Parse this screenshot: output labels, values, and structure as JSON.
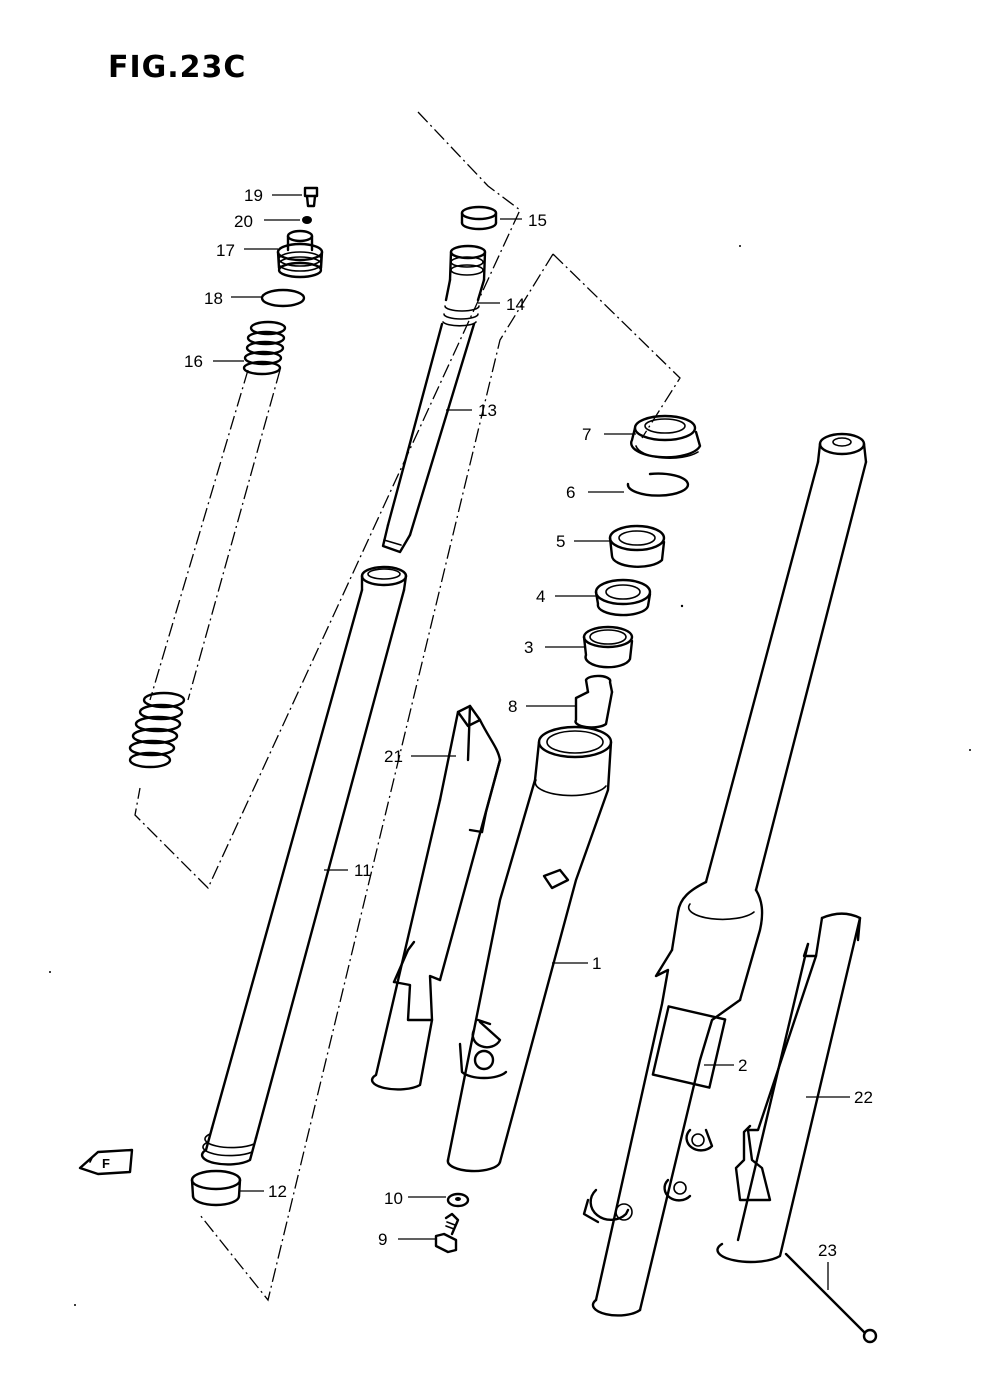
{
  "figure": {
    "title": "FIG.23C"
  },
  "labels": {
    "p1": "1",
    "p2": "2",
    "p3": "3",
    "p4": "4",
    "p5": "5",
    "p6": "6",
    "p7": "7",
    "p8": "8",
    "p9": "9",
    "p10": "10",
    "p11": "11",
    "p12": "12",
    "p13": "13",
    "p14": "14",
    "p15": "15",
    "p16": "16",
    "p17": "17",
    "p18": "18",
    "p19": "19",
    "p20": "20",
    "p21": "21",
    "p22": "22",
    "p23": "23"
  },
  "front_mark": "F"
}
